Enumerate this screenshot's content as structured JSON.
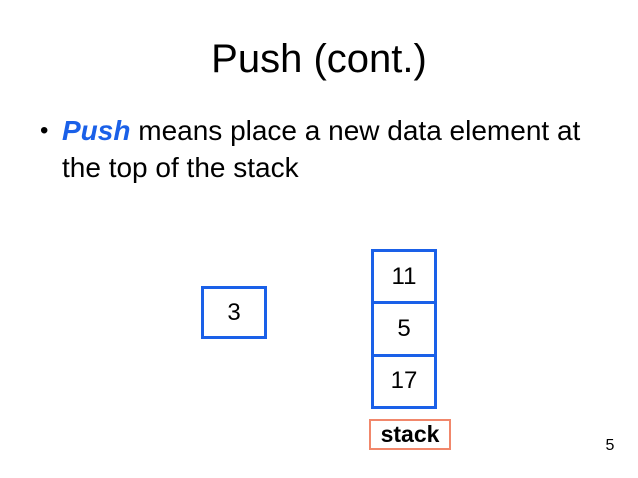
{
  "slide": {
    "title": "Push (cont.)",
    "page_number": "5"
  },
  "bullet": {
    "marker": "•",
    "keyword": "Push",
    "text_after_keyword": " means place a new data element at",
    "text_line2": "the top of the stack"
  },
  "diagram": {
    "new_element": {
      "value": "3"
    },
    "stack": {
      "cells": [
        "11",
        "5",
        "17"
      ],
      "label": "stack"
    }
  },
  "colors": {
    "background": "#FFFFFF",
    "text_black": "#000000",
    "keyword_blue": "#1A60E8",
    "box_border_blue": "#1A60E8",
    "label_border_salmon": "#F1876B"
  }
}
